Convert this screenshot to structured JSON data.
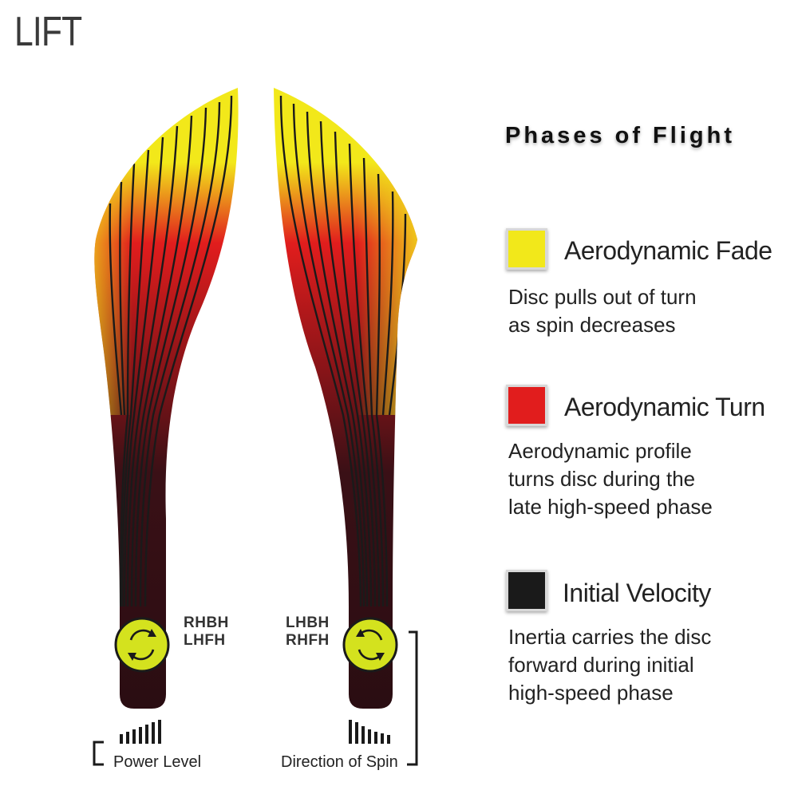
{
  "title": "LIFT",
  "legend": {
    "heading": "Phases of Flight",
    "items": [
      {
        "title": "Aerodynamic Fade",
        "color": "#f2e81a",
        "description": [
          "Disc pulls out of turn",
          "as spin decreases"
        ]
      },
      {
        "title": "Aerodynamic Turn",
        "color": "#e11d1d",
        "description": [
          "Aerodynamic profile",
          "turns disc during the",
          "late high-speed phase"
        ]
      },
      {
        "title": "Initial Velocity",
        "color": "#1a1a1a",
        "description": [
          "Inertia carries the disc",
          "forward during initial",
          "high-speed phase"
        ]
      }
    ]
  },
  "throws": {
    "left": [
      "RHBH",
      "LHFH"
    ],
    "right": [
      "LHBH",
      "RHFH"
    ]
  },
  "bottom": {
    "power_label": "Power Level",
    "spin_label": "Direction of Spin"
  },
  "colors": {
    "fade": "#f2e81a",
    "turn": "#e11d1d",
    "velocity": "#2a0d12",
    "disc": "#d4e21e"
  },
  "icons": [
    "rotation-arrows-icon",
    "power-bars-icon",
    "spin-bars-icon"
  ]
}
